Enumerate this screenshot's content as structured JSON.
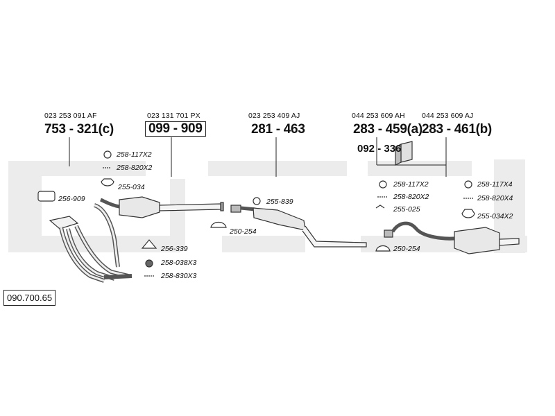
{
  "diagram_ref": "090.700.65",
  "watermark": "bosal",
  "groups": [
    {
      "oem": "023 253 091 AF",
      "part": "753 - 321(c)"
    },
    {
      "oem": "023 131 701 PX",
      "part": "099 - 909"
    },
    {
      "oem": "023 253 409 AJ",
      "part": "281 - 463"
    },
    {
      "oem": "044 253 609 AH",
      "part": "283 - 459(a)"
    },
    {
      "oem": "044 253 609 AJ",
      "part": "283 - 461(b)"
    }
  ],
  "extra_part": "092 - 336",
  "fittings": [
    "256-909",
    "258-117X2",
    "258-820X2",
    "255-034",
    "256-339",
    "258-038X3",
    "258-830X3",
    "255-839",
    "250-254",
    "258-117X2",
    "258-820X2",
    "255-025",
    "250-254",
    "258-117X4",
    "258-820X4",
    "255-034X2"
  ]
}
